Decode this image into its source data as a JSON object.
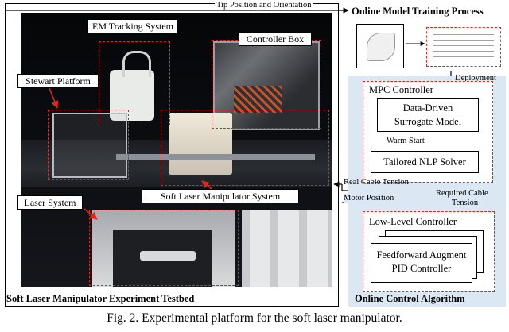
{
  "photo": {
    "labels": {
      "em_tracking": "EM Tracking System",
      "controller_box": "Controller Box",
      "stewart": "Stewart Platform",
      "soft_laser": "Soft Laser Manipulator System",
      "laser_system": "Laser System"
    },
    "caption_label": "Soft Laser Manipulator Experiment Testbed"
  },
  "arrows": {
    "tip": "Tip Position and Orientation",
    "real_cable": "Real Cable Tension",
    "motor_position": "Motor Position",
    "required_cable": "Required Cable",
    "tension": "Tension",
    "deployment": "Deployment",
    "warm_start": "Warm Start"
  },
  "online_training": {
    "title": "Online Model Training Process"
  },
  "control": {
    "mpc_title": "MPC Controller",
    "surrogate_line1": "Data-Driven",
    "surrogate_line2": "Surrogate Model",
    "nlp": "Tailored NLP  Solver",
    "lowlevel_title": "Low-Level Controller",
    "pid_line1": "Feedforward Augment",
    "pid_line2": "PID Controller",
    "algorithm_title": "Online Control Algorithm"
  },
  "figure_caption": "Fig. 2.   Experimental platform for the soft laser manipulator.",
  "colors": {
    "accent_red": "#e0251f",
    "panel_blue": "#dbe8f4"
  }
}
